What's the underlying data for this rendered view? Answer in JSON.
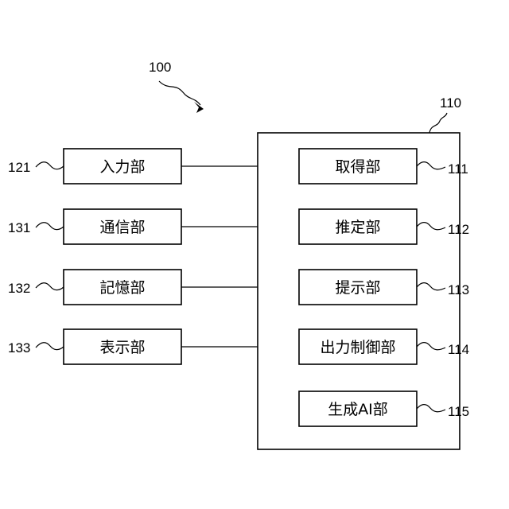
{
  "system": {
    "ref": "100"
  },
  "controller": {
    "ref": "110",
    "units": [
      {
        "label": "取得部",
        "ref": "111"
      },
      {
        "label": "推定部",
        "ref": "112"
      },
      {
        "label": "提示部",
        "ref": "113"
      },
      {
        "label": "出力制御部",
        "ref": "114"
      },
      {
        "label": "生成AI部",
        "ref": "115"
      }
    ]
  },
  "peripherals": [
    {
      "label": "入力部",
      "ref": "121"
    },
    {
      "label": "通信部",
      "ref": "131"
    },
    {
      "label": "記憶部",
      "ref": "132"
    },
    {
      "label": "表示部",
      "ref": "133"
    }
  ]
}
